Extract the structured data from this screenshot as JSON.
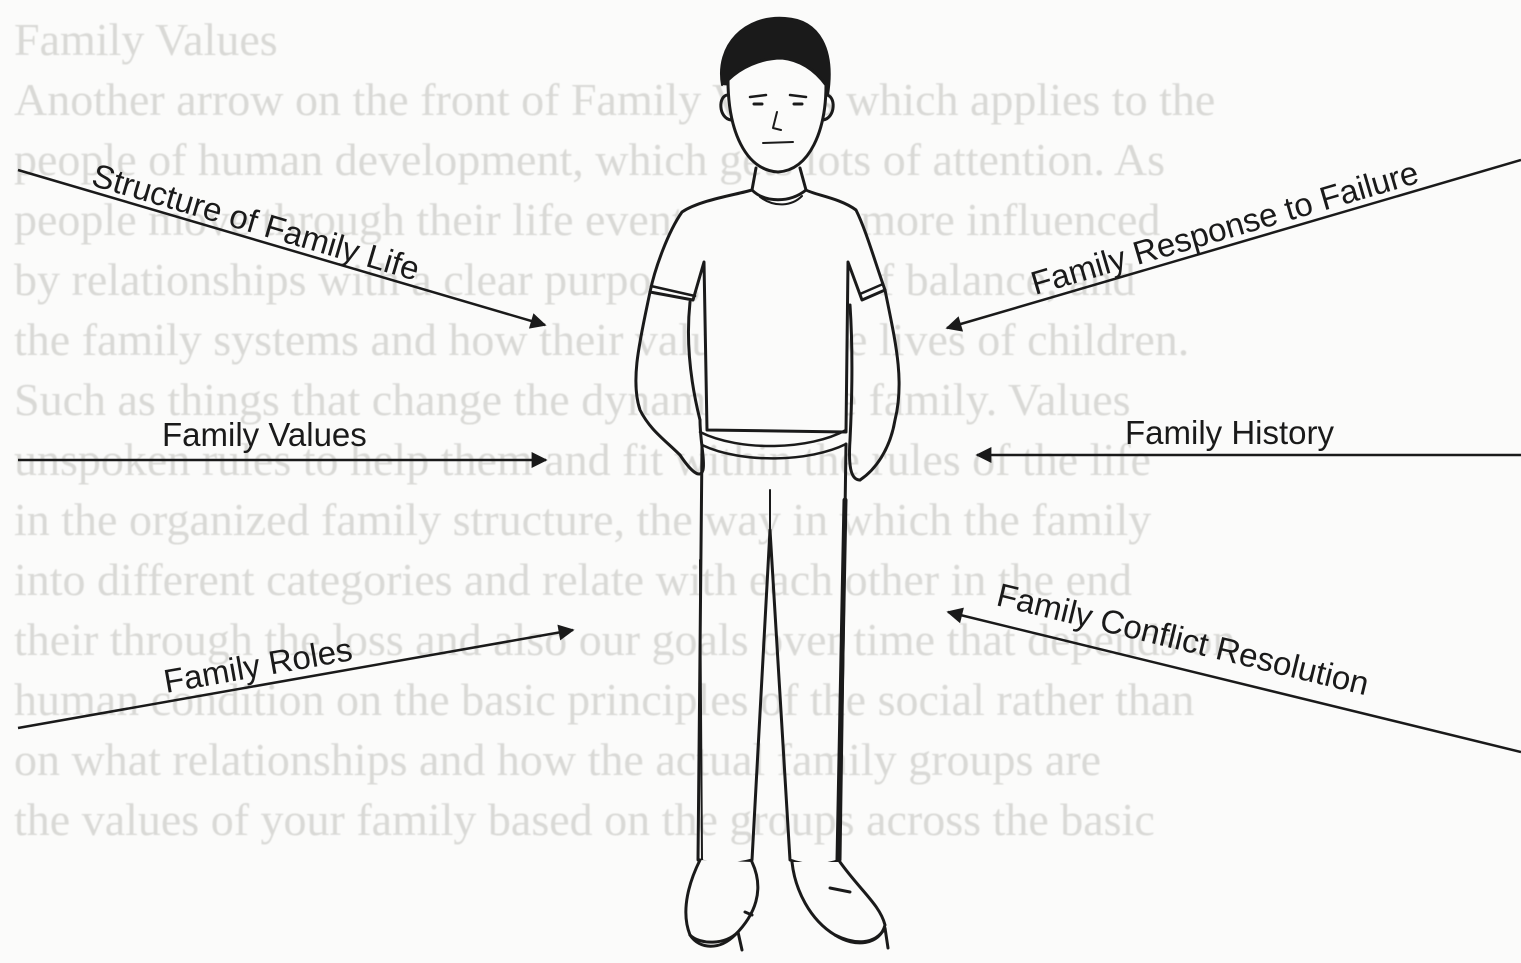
{
  "diagram": {
    "labels": {
      "structure": "Structure of Family Life",
      "values": "Family Values",
      "roles": "Family Roles",
      "response": "Family Response to Failure",
      "history": "Family History",
      "conflict": "Family Conflict Resolution"
    }
  },
  "background_text": [
    "Family Values",
    "Another arrow on the front of Family Values which applies to the",
    "people of human development, which gets lots of attention. As",
    "people move through their life events, they're more influenced",
    "by relationships with a clear purpose, a sense of balance, and",
    "the family systems and how their values in the lives of children.",
    "Such as things that change the dynamic of the family. Values",
    "unspoken rules to help them and fit within the rules of the life",
    "in the organized family structure, the way in which the family",
    "into different categories and relate with each other in the end",
    "their through the loss and also our goals over time that depends on",
    "human condition on the basic principles of the social rather than",
    "on what relationships and how the actual family groups are",
    "the values of your family based on the groups across the basic"
  ]
}
